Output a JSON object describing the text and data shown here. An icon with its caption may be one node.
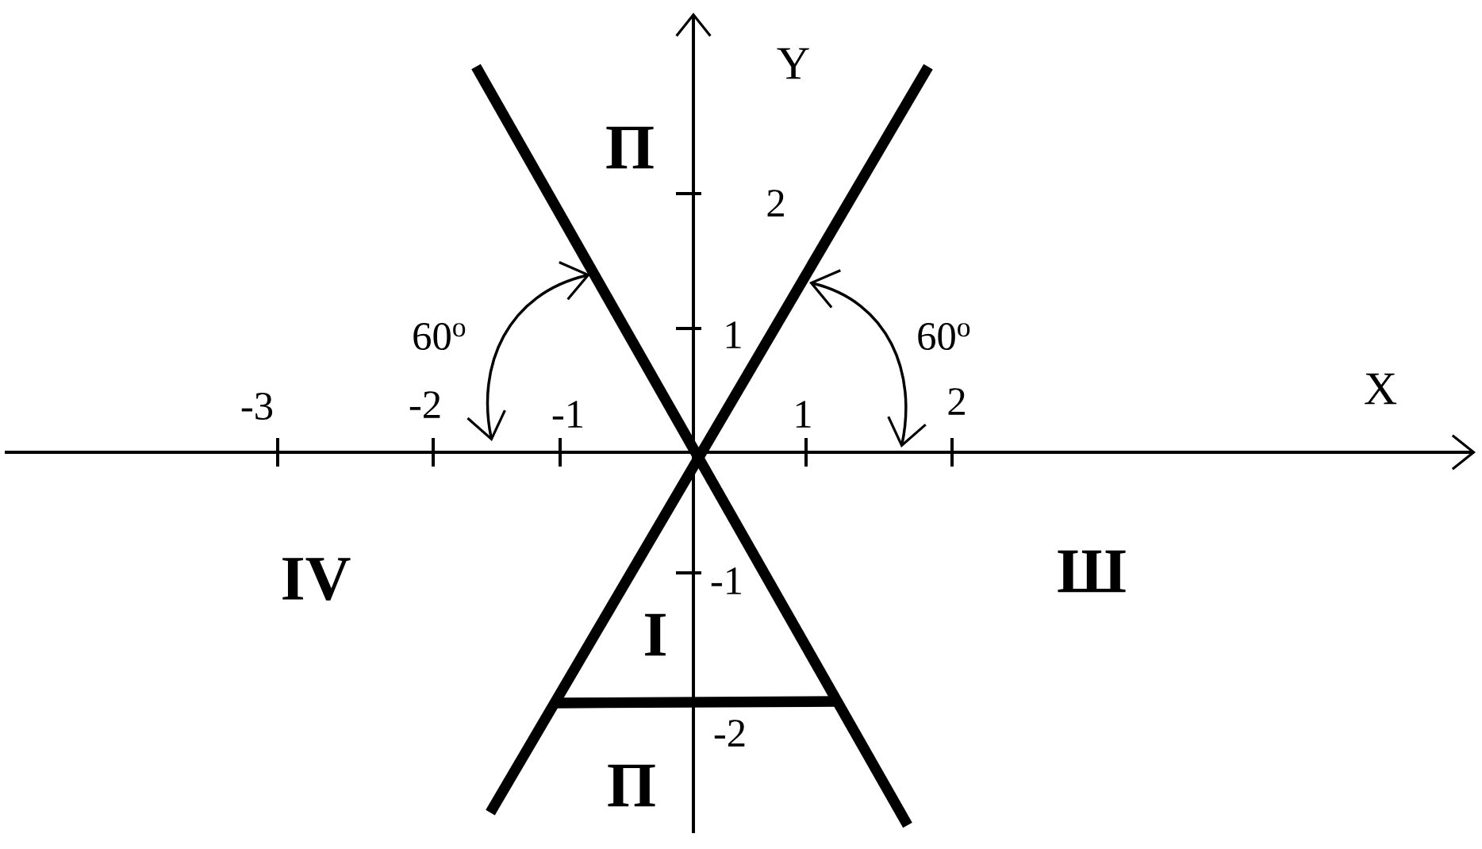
{
  "diagram": {
    "labels": [
      "П",
      "Y",
      "2",
      "60$^{o}$",
      "1",
      "60$^{o}$",
      "X",
      "-3",
      "-2",
      "-1",
      "1",
      "2",
      "IV",
      "-1",
      "Ш",
      "I",
      "-2",
      "П"
    ]
  }
}
